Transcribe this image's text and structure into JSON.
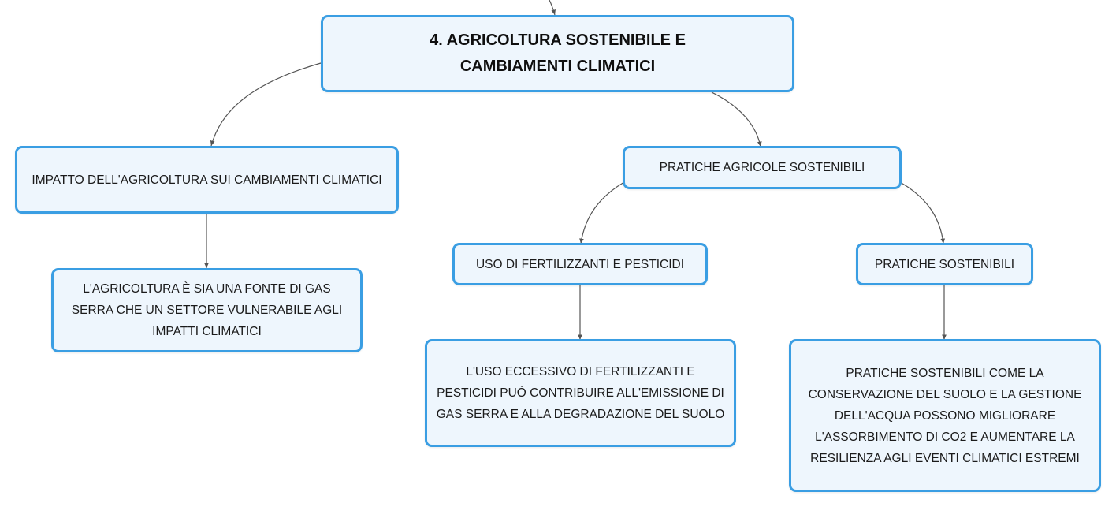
{
  "colors": {
    "node_border": "#3a9ee3",
    "node_fill": "#eef6fd",
    "connector": "#555555",
    "text": "#1b1b1b"
  },
  "map": {
    "root": {
      "label": "4. AGRICOLTURA SOSTENIBILE E CAMBIAMENTI CLIMATICI"
    },
    "impact": {
      "label": "IMPATTO DELL'AGRICOLTURA SUI CAMBIAMENTI CLIMATICI"
    },
    "impact_detail": {
      "label": "L'AGRICOLTURA È SIA UNA FONTE DI GAS SERRA CHE UN SETTORE VULNERABILE AGLI IMPATTI CLIMATICI"
    },
    "practices": {
      "label": "PRATICHE AGRICOLE SOSTENIBILI"
    },
    "fertilizers": {
      "label": "USO DI FERTILIZZANTI E PESTICIDI"
    },
    "fertilizers_detail": {
      "label": "L'USO ECCESSIVO DI FERTILIZZANTI E PESTICIDI PUÒ CONTRIBUIRE ALL'EMISSIONE DI GAS SERRA E ALLA DEGRADAZIONE DEL SUOLO"
    },
    "sustainable": {
      "label": "PRATICHE SOSTENIBILI"
    },
    "sustainable_detail": {
      "label": "PRATICHE SOSTENIBILI COME LA CONSERVAZIONE DEL SUOLO E LA GESTIONE DELL'ACQUA POSSONO MIGLIORARE L'ASSORBIMENTO DI CO2 E AUMENTARE LA RESILIENZA AGLI EVENTI CLIMATICI ESTREMI"
    }
  }
}
